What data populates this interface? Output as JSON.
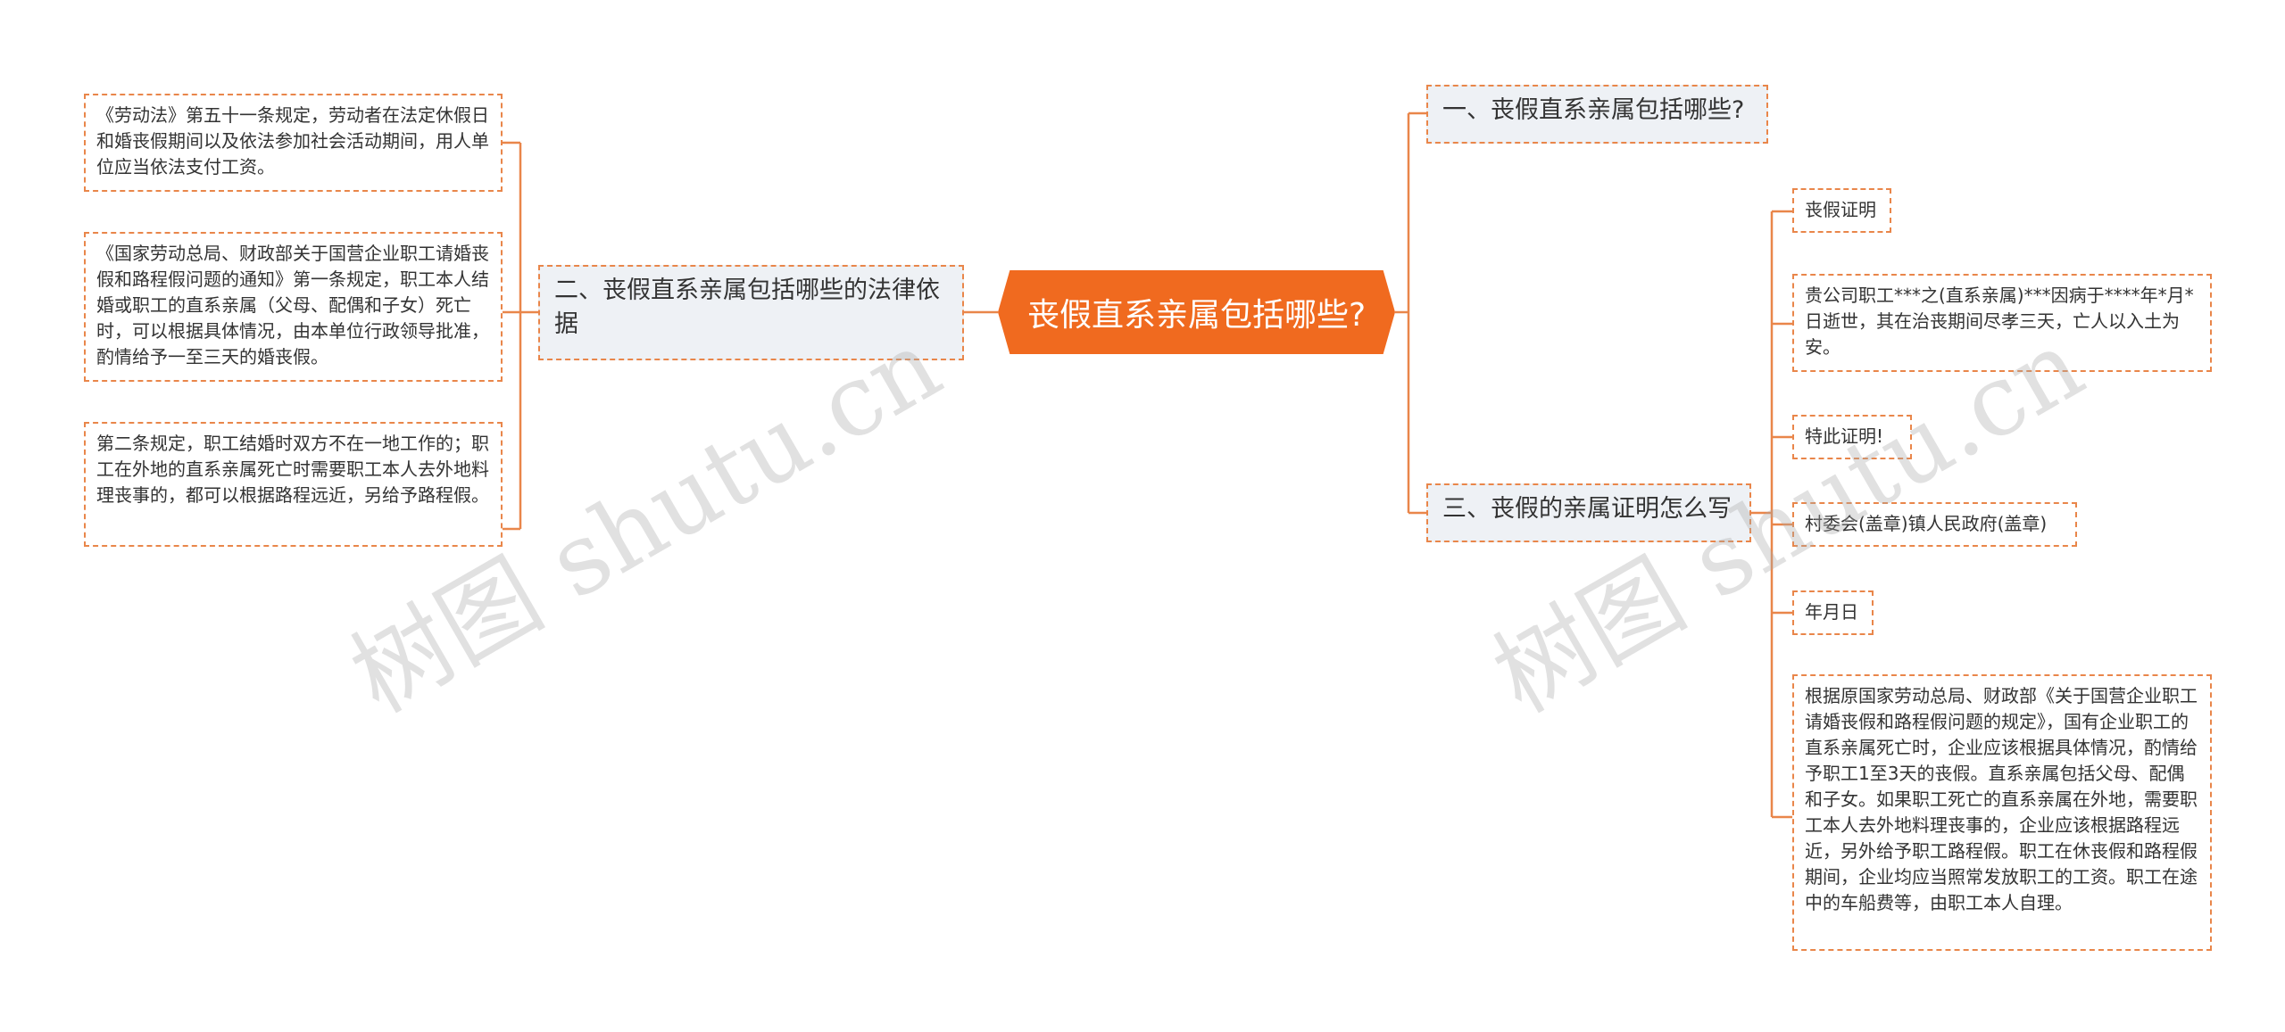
{
  "root": {
    "label": "丧假直系亲属包括哪些?"
  },
  "left_branch": {
    "label": "二、丧假直系亲属包括哪些的法律依据",
    "leaves": [
      "《劳动法》第五十一条规定，劳动者在法定休假日和婚丧假期间以及依法参加社会活动期间，用人单位应当依法支付工资。",
      "《国家劳动总局、财政部关于国营企业职工请婚丧假和路程假问题的通知》第一条规定，职工本人结婚或职工的直系亲属（父母、配偶和子女）死亡时，可以根据具体情况，由本单位行政领导批准，酌情给予一至三天的婚丧假。",
      "第二条规定，职工结婚时双方不在一地工作的；职工在外地的直系亲属死亡时需要职工本人去外地料理丧事的，都可以根据路程远近，另给予路程假。"
    ]
  },
  "right_branch_1": {
    "label": "一、丧假直系亲属包括哪些?"
  },
  "right_branch_3": {
    "label": "三、丧假的亲属证明怎么写",
    "leaves": [
      "丧假证明",
      "贵公司职工***之(直系亲属)***因病于****年*月*日逝世，其在治丧期间尽孝三天，亡人以入土为安。",
      "特此证明!",
      "村委会(盖章)镇人民政府(盖章)",
      "年月日",
      "根据原国家劳动总局、财政部《关于国营企业职工请婚丧假和路程假问题的规定》，国有企业职工的直系亲属死亡时，企业应该根据具体情况，酌情给予职工1至3天的丧假。直系亲属包括父母、配偶和子女。如果职工死亡的直系亲属在外地，需要职工本人去外地料理丧事的，企业应该根据路程远近，另外给予职工路程假。职工在休丧假和路程假期间，企业均应当照常发放职工的工资。职工在途中的车船费等，由职工本人自理。"
    ]
  },
  "watermark": {
    "text": "树图 shutu.cn"
  },
  "colors": {
    "accent": "#f06a1f",
    "border": "#e9864a",
    "branch_bg": "#eef1f5"
  }
}
